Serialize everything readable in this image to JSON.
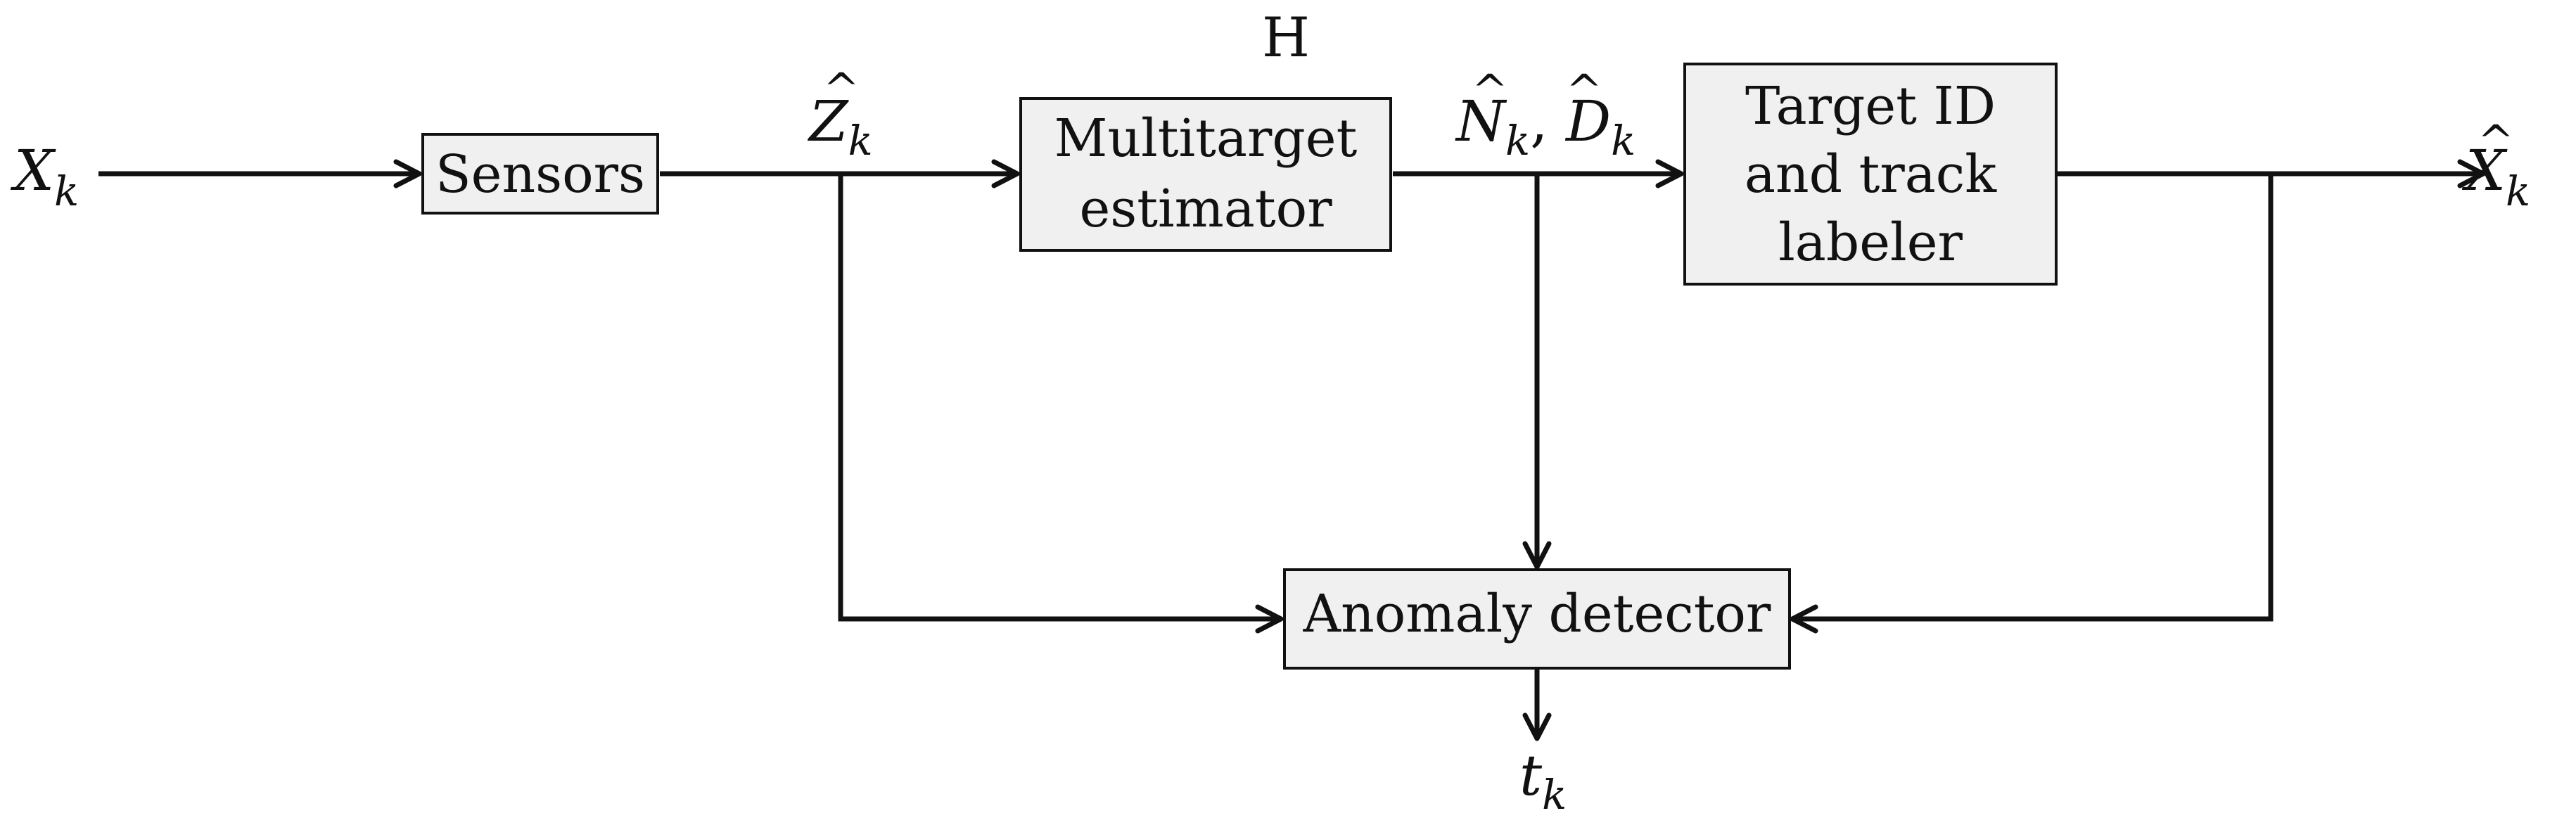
{
  "title": "H",
  "blocks": {
    "sensors": [
      "Sensors"
    ],
    "estimator": [
      "Multitarget",
      "estimator"
    ],
    "labeler": [
      "Target ID",
      "and track",
      "labeler"
    ],
    "anomaly": [
      "Anomaly detector"
    ]
  },
  "signals": {
    "input": {
      "base": "X",
      "sub": "k"
    },
    "measurements": {
      "hat": "^",
      "base": "Z",
      "sub": "k"
    },
    "estimates": {
      "hat1": "^",
      "base1": "N",
      "sub1": "k",
      "sep": ", ",
      "hat2": "^",
      "base2": "D",
      "sub2": "k"
    },
    "output": {
      "hat": "^",
      "base": "X",
      "sub": "k"
    },
    "detection": {
      "base": "t",
      "sub": "k"
    }
  },
  "colors": {
    "block_fill": "#f0f0f0",
    "line": "#111111"
  }
}
